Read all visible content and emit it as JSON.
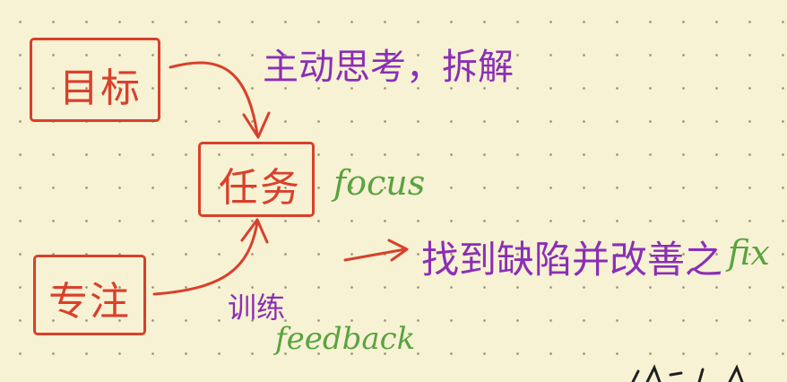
{
  "nodes": {
    "goal": "目标",
    "task": "任务",
    "focus_node": "专注"
  },
  "notes": {
    "think": "主动思考，拆解",
    "focus_en": "focus",
    "train": "训练",
    "feedback": "feedback",
    "fix_cn": "找到缺陷并改善之",
    "fix_en": "fix"
  },
  "colors": {
    "box": "#d9402b",
    "purple_ink": "#8a2fb5",
    "green_ink": "#5aa33f",
    "paper": "#f7f2d4"
  }
}
